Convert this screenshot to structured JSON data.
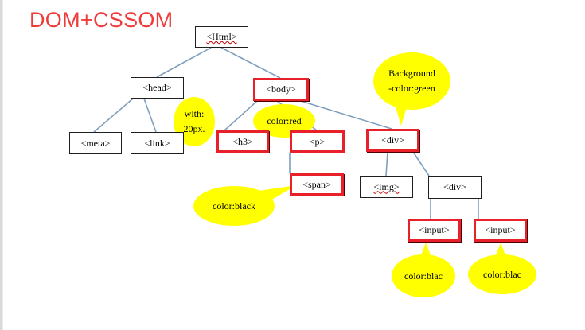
{
  "title": "DOM+CSSOM",
  "nodes": {
    "html": "<Html>",
    "head": "<head>",
    "body": "<body>",
    "meta": "<meta>",
    "link": "<link>",
    "h3": "<h3>",
    "p": "<p>",
    "div1": "<div>",
    "span": "<span>",
    "img": "<img>",
    "div2": "<div>",
    "input1": "<input>",
    "input2": "<input>"
  },
  "bubbles": {
    "background_line1": "Background",
    "background_line2": "-color:green",
    "with_line1": "with:",
    "with_line2": "20px.",
    "color_red": "color:red",
    "color_black": "color:black",
    "color_blac_1": "color:blac",
    "color_blac_2": "color:blac"
  },
  "colors": {
    "title": "#ef3a3a",
    "highlight_border": "#e8202a",
    "bubble": "#ffff00",
    "edge": "#7f9fbf"
  }
}
